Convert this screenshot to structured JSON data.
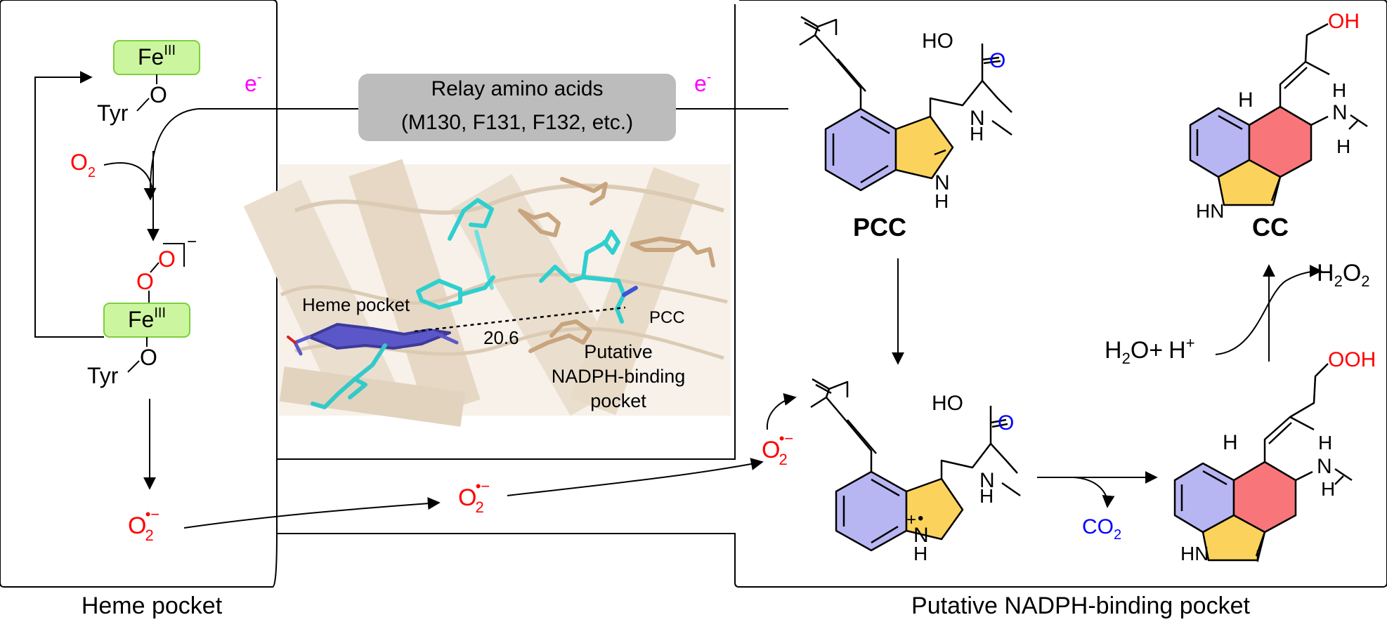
{
  "labels": {
    "fe": "Fe",
    "fe_ox": "III",
    "tyr": "Tyr",
    "o": "O",
    "o2": "O",
    "sub2": "2",
    "minus": "−",
    "radical": "•",
    "electron": "e",
    "relay_line1": "Relay amino acids",
    "relay_line2": "(M130, F131, F132, etc.)",
    "heme_pocket_inset": "Heme pocket",
    "distance": "20.6",
    "pcc_inset": "PCC",
    "putative_line1": "Putative",
    "putative_line2": "NADPH-binding",
    "putative_line3": "pocket",
    "pcc": "PCC",
    "cc": "CC",
    "ho": "HO",
    "oh": "OH",
    "ooh": "OOH",
    "h": "H",
    "n": "N",
    "hn": "HN",
    "co2_c": "C",
    "h2o2_h": "H",
    "h2o2_o": "O",
    "h2o": "H",
    "h2o_o": "O+",
    "hplus": "H",
    "plus": "+",
    "heme_pocket_caption": "Heme pocket",
    "nadph_pocket_caption": "Putative NADPH-binding pocket"
  },
  "colors": {
    "fe_box_fill": "#ccf5a0",
    "fe_box_stroke": "#7dd03c",
    "oxygen_red": "#ff0000",
    "electron_magenta": "#ff00ff",
    "carbonyl_blue": "#0000ff",
    "ring_lavender": "#b8b6f2",
    "ring_yellow": "#fbd35c",
    "ring_salmon": "#f8767a",
    "relay_box": "#bcbcbc",
    "protein_bg": "#e9dccb"
  }
}
